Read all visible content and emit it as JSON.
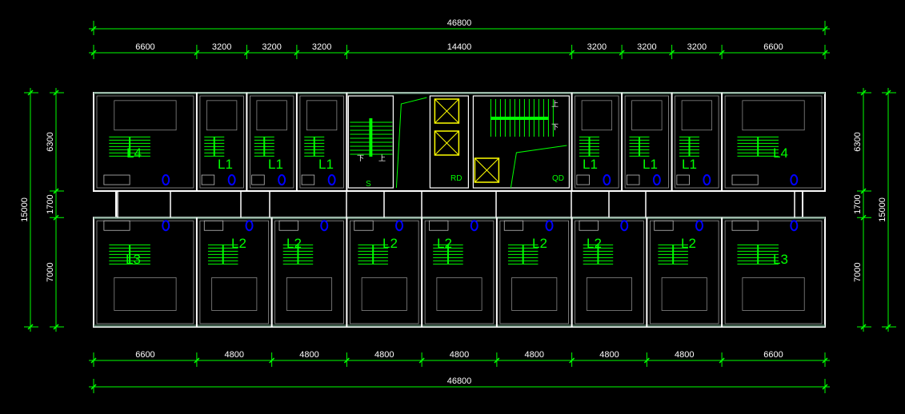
{
  "drawing": {
    "top_total": "46800",
    "top_segments": [
      "6600",
      "3200",
      "3200",
      "3200",
      "14400",
      "3200",
      "3200",
      "3200",
      "6600"
    ],
    "bottom_segments": [
      "6600",
      "4800",
      "4800",
      "4800",
      "4800",
      "4800",
      "4800",
      "4800",
      "6600"
    ],
    "bottom_total": "46800",
    "left_total": "15000",
    "left_segments": [
      "6300",
      "1700",
      "7000"
    ],
    "right_total": "15000",
    "right_segments": [
      "6300",
      "1700",
      "7000"
    ]
  },
  "rooms": {
    "top": [
      "L4",
      "L1",
      "L1",
      "L1",
      "L1",
      "L1",
      "L1",
      "L4"
    ],
    "bottom": [
      "L3",
      "L2",
      "L2",
      "L2",
      "L2",
      "L2",
      "L2",
      "L2",
      "L3"
    ],
    "core": {
      "stair_a": "S",
      "room_rd": "RD",
      "room_qd": "QD",
      "up": "上",
      "down": "下"
    }
  },
  "colors": {
    "wall": "#ffffff",
    "dim": "#00ff00",
    "stair": "#00ff00",
    "elevator": "#ffff00",
    "fixture": "#0000ff",
    "window": "#5a8a70"
  }
}
